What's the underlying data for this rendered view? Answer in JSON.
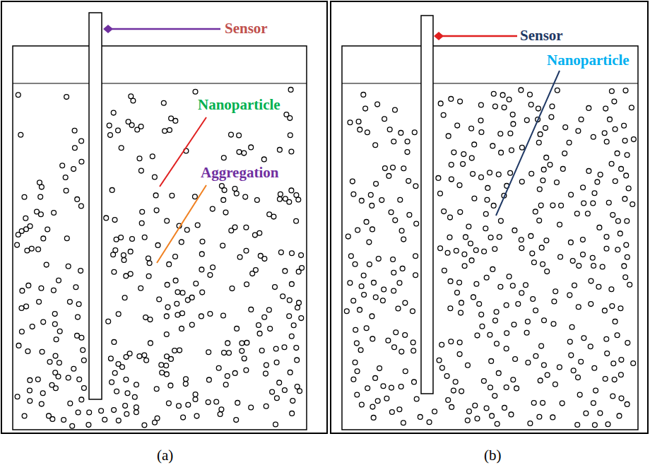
{
  "diagram": {
    "labels": [
      "Sensor",
      "Nanoparticle",
      "Aggregation",
      "Sensor",
      "Nanoparticle",
      "(a)",
      "(b)"
    ]
  }
}
